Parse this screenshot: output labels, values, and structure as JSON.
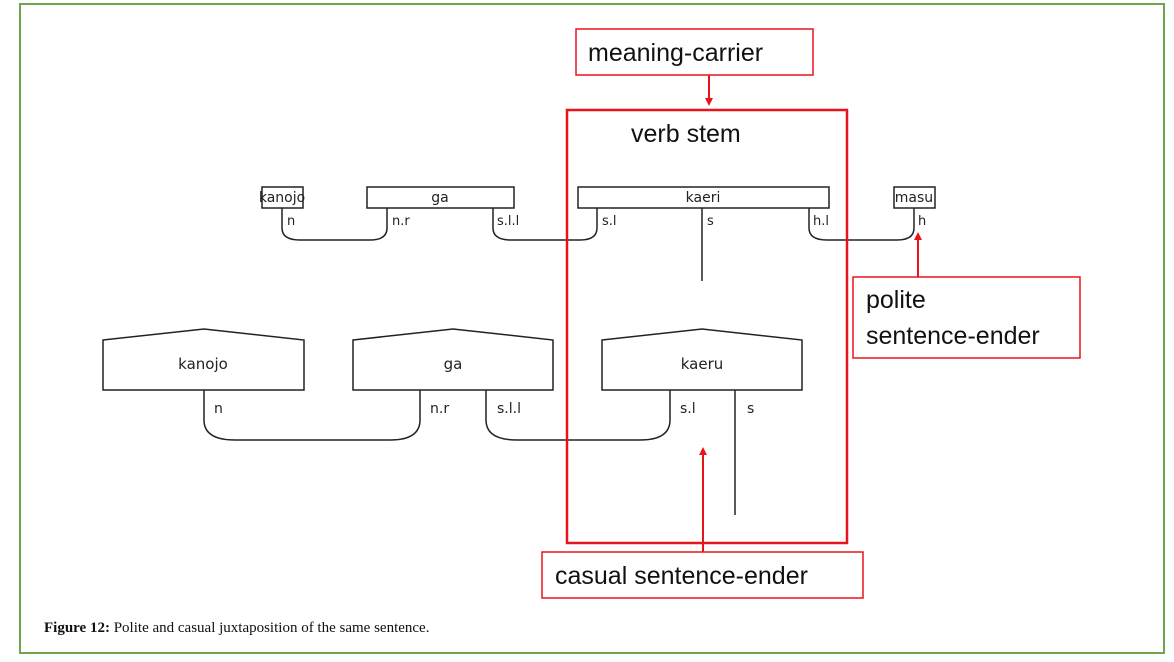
{
  "figure": {
    "caption_label": "Figure 12:",
    "caption_text": " Polite and casual juxtaposition of the same sentence.",
    "border_color": "#70a64b",
    "accent_color": "#e8141b"
  },
  "polite": {
    "nodes": [
      {
        "word": "kanojo",
        "ports": [
          "n"
        ]
      },
      {
        "word": "ga",
        "ports": [
          "n.r",
          "s.l.l"
        ]
      },
      {
        "word": "kaeri",
        "ports": [
          "s.l",
          "s",
          "h.l"
        ]
      },
      {
        "word": "masu",
        "ports": [
          "h"
        ]
      }
    ]
  },
  "casual": {
    "nodes": [
      {
        "word": "kanojo",
        "ports": [
          "n"
        ]
      },
      {
        "word": "ga",
        "ports": [
          "n.r",
          "s.l.l"
        ]
      },
      {
        "word": "kaeru",
        "ports": [
          "s.l",
          "s"
        ]
      }
    ]
  },
  "annotations": {
    "meaning_carrier": "meaning-carrier",
    "verb_stem": "verb stem",
    "polite_ender_line1": "polite",
    "polite_ender_line2": "sentence-ender",
    "casual_ender": "casual sentence-ender"
  }
}
